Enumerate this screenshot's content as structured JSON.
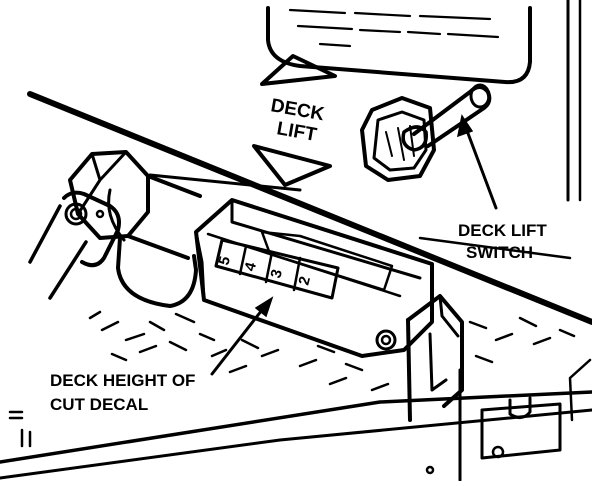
{
  "panel_labels": {
    "deck_line1": "DECK",
    "deck_line2": "LIFT"
  },
  "callouts": {
    "switch_line1": "DECK LIFT",
    "switch_line2": "SWITCH",
    "decal_line1": "DECK HEIGHT OF",
    "decal_line2": "CUT DECAL"
  },
  "decal_numbers": [
    "5",
    "4",
    "3",
    "2"
  ],
  "colors": {
    "ink": "#000000",
    "background": "#ffffff"
  }
}
